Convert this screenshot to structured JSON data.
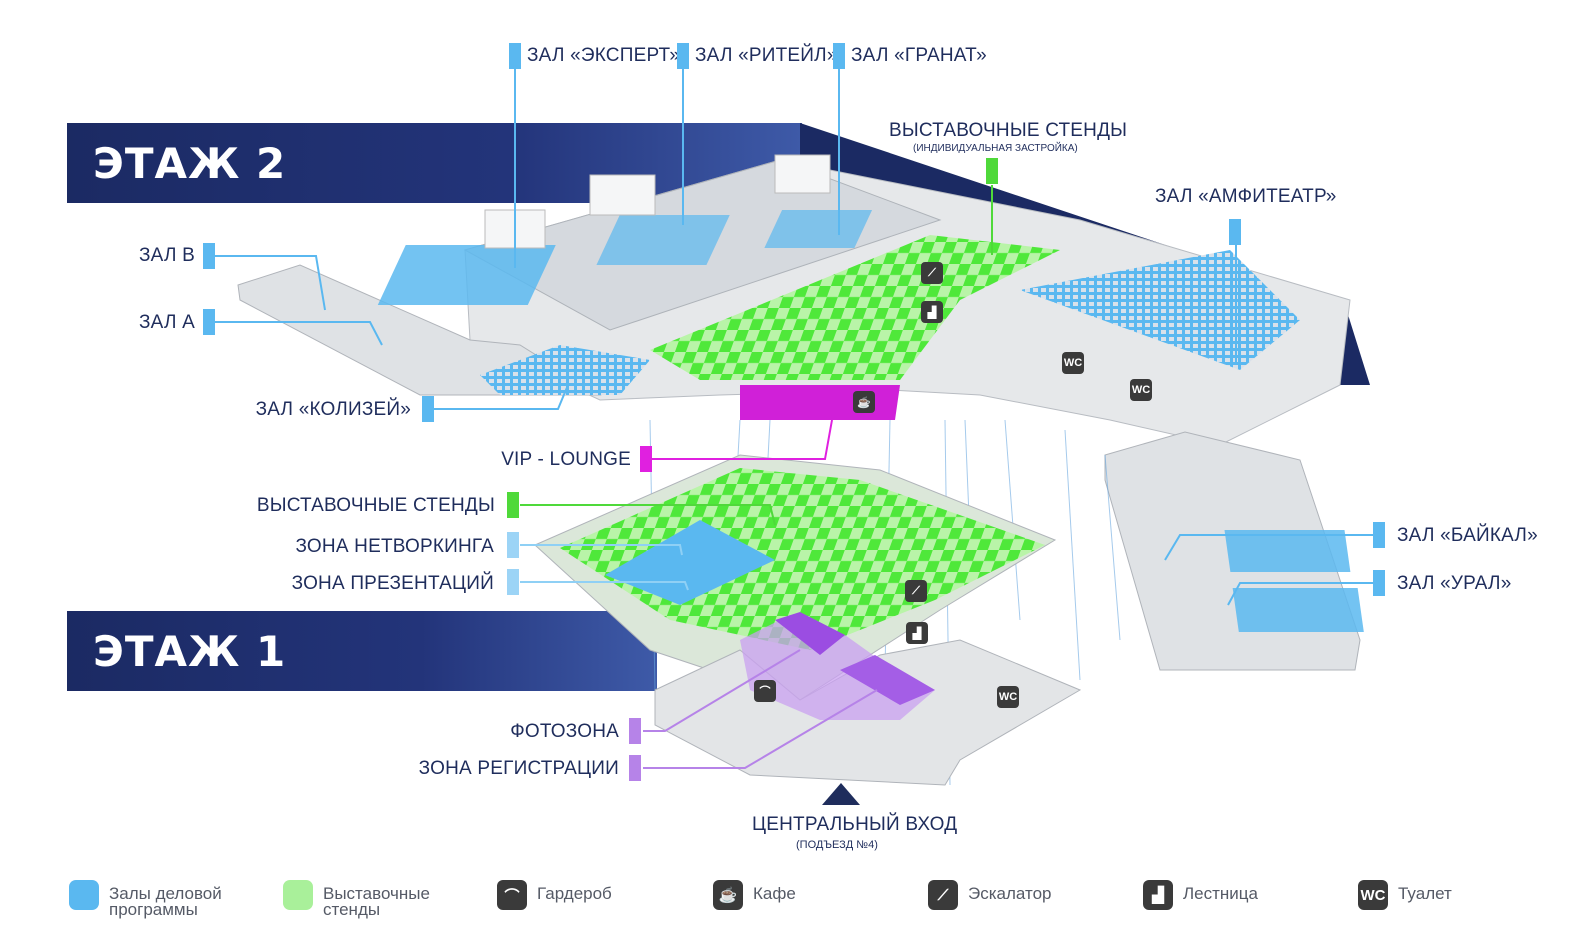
{
  "floors": {
    "floor2": "ЭТАЖ 2",
    "floor1": "ЭТАЖ 1"
  },
  "halls": {
    "expert": "ЗАЛ «ЭКСПЕРТ»",
    "retail": "ЗАЛ «РИТЕЙЛ»",
    "granat": "ЗАЛ «ГРАНАТ»",
    "amphitheater": "ЗАЛ «АМФИТЕАТР»",
    "hall_b": "ЗАЛ В",
    "hall_a": "ЗАЛ А",
    "colosseum": "ЗАЛ «КОЛИЗЕЙ»",
    "baikal": "ЗАЛ «БАЙКАЛ»",
    "ural": "ЗАЛ «УРАЛ»"
  },
  "zones": {
    "exhibition_top": "ВЫСТАВОЧНЫЕ СТЕНДЫ",
    "exhibition_top_sub": "(ИНДИВИДУАЛЬНАЯ ЗАСТРОЙКА)",
    "vip_lounge": "VIP - LOUNGE",
    "exhibition_floor1": "ВЫСТАВОЧНЫЕ СТЕНДЫ",
    "networking": "ЗОНА НЕТВОРКИНГА",
    "presentations": "ЗОНА ПРЕЗЕНТАЦИЙ",
    "photozone": "ФОТОЗОНА",
    "registration": "ЗОНА РЕГИСТРАЦИИ"
  },
  "entrance": {
    "title": "ЦЕНТРАЛЬНЫЙ ВХОД",
    "sub": "(ПОДЪЕЗД №4)"
  },
  "map_icons": {
    "wc": "WC",
    "cafe_glyph": "☕",
    "escalator_glyph": "⟋",
    "stairs_glyph": "▟",
    "wardrobe_glyph": "⌒"
  },
  "legend": [
    {
      "label": "Залы деловой программы",
      "color": "#5ab8f0"
    },
    {
      "label": "Выставочные стенды",
      "color": "#a9f09a"
    },
    {
      "label": "Гардероб",
      "icon": "wardrobe-icon",
      "glyph": "⌒"
    },
    {
      "label": "Кафе",
      "icon": "cafe-icon",
      "glyph": "☕"
    },
    {
      "label": "Эскалатор",
      "icon": "escalator-icon",
      "glyph": "⟋"
    },
    {
      "label": "Лестница",
      "icon": "stairs-icon",
      "glyph": "▟"
    },
    {
      "label": "Туалет",
      "icon": "toilet-icon",
      "glyph": "WC"
    }
  ],
  "colors": {
    "navy": "#1f2d5c",
    "hall_blue": "#5ab8f0",
    "stand_green": "#4fd93a",
    "vip_magenta": "#e020e0",
    "entrance_violet": "#b683e8"
  }
}
